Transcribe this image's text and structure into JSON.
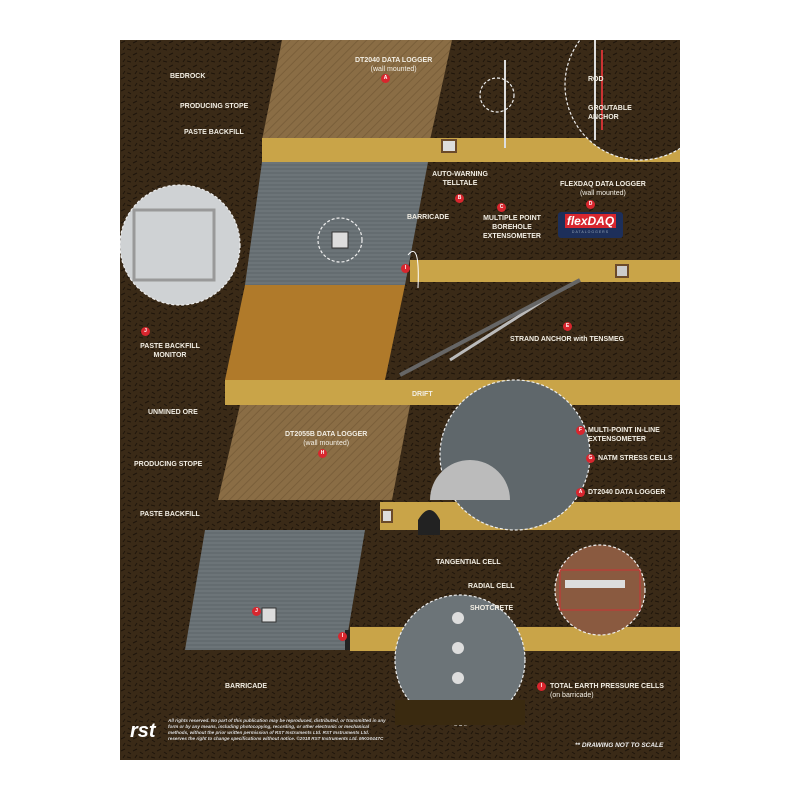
{
  "labels": {
    "bedrock": "BEDROCK",
    "producing_stope_top": "PRODUCING STOPE",
    "paste_backfill_top": "PASTE BACKFILL",
    "dt2040_top": "DT2040 DATA LOGGER",
    "wall_mounted": "(wall mounted)",
    "rod": "ROD",
    "groutable_anchor": "GROUTABLE ANCHOR",
    "auto_warning": "AUTO-WARNING TELLTALE",
    "barricade_top": "BARRICADE",
    "mpbx": "MULTIPLE POINT BOREHOLE EXTENSOMETER",
    "flexdaq": "FLEXDAQ DATA LOGGER",
    "strand_anchor": "STRAND ANCHOR with TENSMEG",
    "paste_monitor": "PASTE BACKFILL MONITOR",
    "unmined_ore": "UNMINED ORE",
    "drift": "DRIFT",
    "dt2055b": "DT2055B DATA LOGGER",
    "producing_stope_bottom": "PRODUCING STOPE",
    "inline_ext": "MULTI-POINT IN-LINE EXTENSOMETER",
    "natm": "NATM STRESS CELLS",
    "dt2040_bottom": "DT2040 DATA LOGGER",
    "paste_backfill_bottom": "PASTE BACKFILL",
    "tangential": "TANGENTIAL CELL",
    "radial": "RADIAL CELL",
    "shotcrete": "SHOTCRETE",
    "barricade_bottom": "BARRICADE",
    "tepc": "TOTAL EARTH PRESSURE CELLS",
    "on_barricade": "(on barricade)"
  },
  "badges": {
    "a": "A",
    "b": "B",
    "c": "C",
    "d": "D",
    "e": "E",
    "f": "F",
    "g": "G",
    "h": "H",
    "i": "I",
    "j": "J"
  },
  "logo": {
    "brand": "rst",
    "flexdaq_main": "flexDAQ",
    "flexdaq_sub": "DATALOGGERS"
  },
  "footer": {
    "legal": "All rights reserved. No part of this publication may be reproduced, distributed, or transmitted in any form or by any means, including photocopying, recording, or other electronic or mechanical methods, without the prior written permission of RST Instruments Ltd. RST Instruments Ltd. reserves the right to change specifications without notice. ©2018 RST Instruments Ltd. MKG0447C",
    "note": "** DRAWING NOT TO SCALE"
  },
  "colors": {
    "bedrock": "#3a2a17",
    "stope": "#8a6d45",
    "drift": "#c9a448",
    "backfill": "#6c7478",
    "ore": "#b07a2a",
    "badge": "#d8262e"
  }
}
